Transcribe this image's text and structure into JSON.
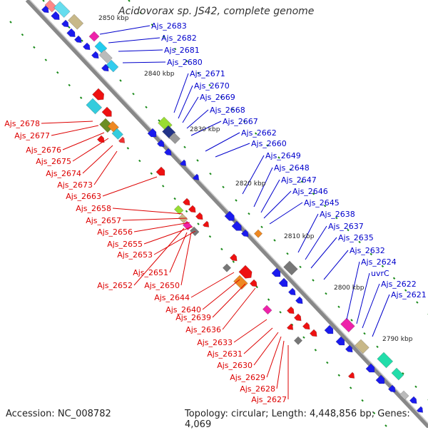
{
  "title": "Acidovorax sp. JS42, complete genome",
  "footer": {
    "accession": "Accession: NC_008782",
    "summary": "Topology: circular; Length: 4,448,856 bp; Genes: 4,069"
  },
  "colors": {
    "forward_label": "#0000cc",
    "reverse_label": "#dd0000",
    "backbone": "#888888",
    "tick": "#1a8a1a",
    "kbp_text": "#222222"
  },
  "kbp_marks": [
    "2850 kbp",
    "2840 kbp",
    "2830 kbp",
    "2820 kbp",
    "2810 kbp",
    "2800 kbp",
    "2790 kbp"
  ],
  "forward_genes": [
    "Ajs_2683",
    "Ajs_2682",
    "Ajs_2681",
    "Ajs_2680",
    "Ajs_2671",
    "Ajs_2670",
    "Ajs_2669",
    "Ajs_2668",
    "Ajs_2667",
    "Ajs_2662",
    "Ajs_2660",
    "Ajs_2649",
    "Ajs_2648",
    "Ajs_2647",
    "Ajs_2646",
    "Ajs_2645",
    "Ajs_2638",
    "Ajs_2637",
    "Ajs_2635",
    "Ajs_2632",
    "Ajs_2624",
    "uvrC",
    "Ajs_2622",
    "Ajs_2621"
  ],
  "reverse_genes": [
    "Ajs_2678",
    "Ajs_2677",
    "Ajs_2676",
    "Ajs_2675",
    "Ajs_2674",
    "Ajs_2673",
    "Ajs_2663",
    "Ajs_2658",
    "Ajs_2657",
    "Ajs_2656",
    "Ajs_2655",
    "Ajs_2653",
    "Ajs_2651",
    "Ajs_2652",
    "Ajs_2650",
    "Ajs_2644",
    "Ajs_2640",
    "Ajs_2639",
    "Ajs_2636",
    "Ajs_2633",
    "Ajs_2631",
    "Ajs_2630",
    "Ajs_2629",
    "Ajs_2628",
    "Ajs_2627"
  ]
}
